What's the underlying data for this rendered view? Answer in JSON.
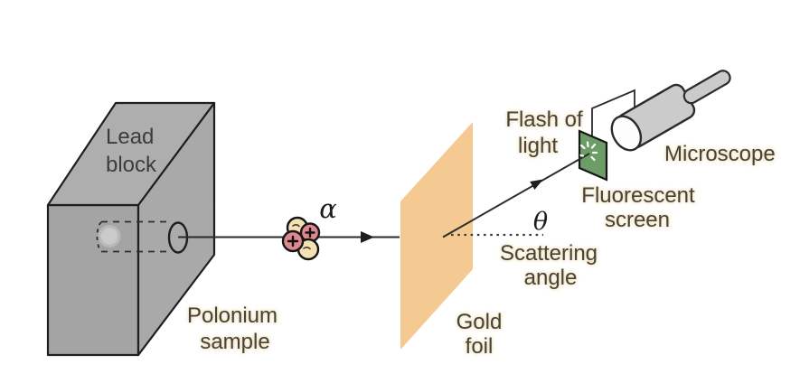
{
  "labels": {
    "lead_block": {
      "line1": "Lead",
      "line2": "block"
    },
    "polonium": {
      "line1": "Polonium",
      "line2": "sample"
    },
    "gold_foil": {
      "line1": "Gold",
      "line2": "foil"
    },
    "scattering": {
      "line1": "Scattering",
      "line2": "angle"
    },
    "flash": {
      "line1": "Flash of",
      "line2": "light"
    },
    "fluorescent": {
      "line1": "Fluorescent",
      "line2": "screen"
    },
    "microscope": "Microscope"
  },
  "symbols": {
    "alpha": "α",
    "theta": "θ"
  },
  "colors": {
    "block_front": "#a4a4a4",
    "block_top": "#aeaeae",
    "block_side": "#a9a9a9",
    "hole_fill": "#ababab",
    "sample_blob": "#cbcbcb",
    "gold_foil": "#f5c992",
    "screen_green": "#6d9d67",
    "microscope_body": "#cbcbcb",
    "lens_white": "#fdfdfd",
    "proton_pink": "#dd8790",
    "neutron_cream": "#f3e2b4",
    "line_black": "#2b2b2b",
    "label_text": "#454340"
  }
}
